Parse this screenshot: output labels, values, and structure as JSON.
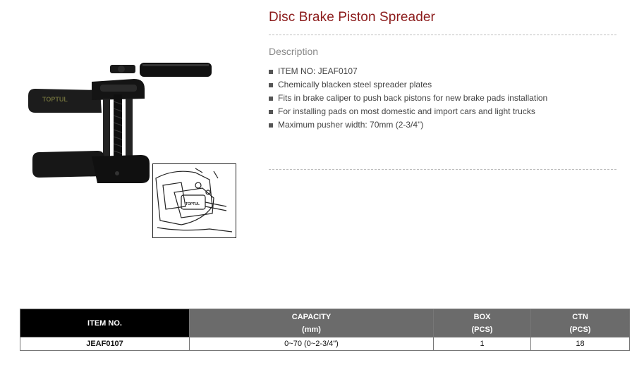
{
  "product": {
    "title": "Disc Brake Piston Spreader",
    "image_name": "disc-brake-piston-spreader",
    "brand_mark": "TOPTUL"
  },
  "description": {
    "heading": "Description",
    "features": [
      "ITEM NO: JEAF0107",
      "Chemically blacken steel spreader plates",
      "Fits in brake caliper to push back pistons for new brake pads installation",
      "For installing pads on most domestic and import cars and light trucks",
      "Maximum pusher width: 70mm (2-3/4\")"
    ]
  },
  "spec_table": {
    "headers": [
      {
        "line1": "ITEM NO.",
        "line2": ""
      },
      {
        "line1": "CAPACITY",
        "line2": "(mm)"
      },
      {
        "line1": "BOX",
        "line2": "(PCS)"
      },
      {
        "line1": "CTN",
        "line2": "(PCS)"
      }
    ],
    "rows": [
      [
        "JEAF0107",
        "0~70 (0~2-3/4\")",
        "1",
        "18"
      ]
    ]
  },
  "colors": {
    "title": "#8b1a1a",
    "header_dark": "#000000",
    "header_gray": "#6b6b6b"
  }
}
